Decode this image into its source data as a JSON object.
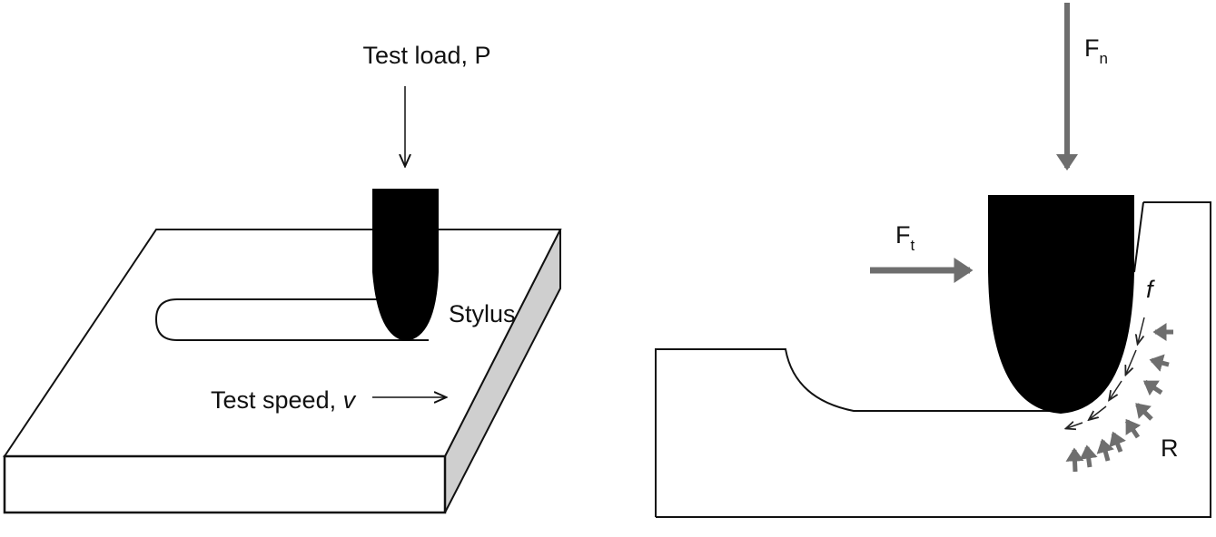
{
  "left_panel": {
    "test_load_label": "Test load, P",
    "stylus_label": "Stylus",
    "test_speed_label": "Test speed, ",
    "test_speed_symbol": "v"
  },
  "right_panel": {
    "normal_force_label": "F",
    "normal_force_sub": "n",
    "tangential_force_label": "F",
    "tangential_force_sub": "t",
    "friction_label": "f",
    "reaction_label": "R"
  },
  "colors": {
    "stylus": "#000000",
    "force_arrow": "#6e6e6e",
    "side_face": "#cfcfcf"
  }
}
